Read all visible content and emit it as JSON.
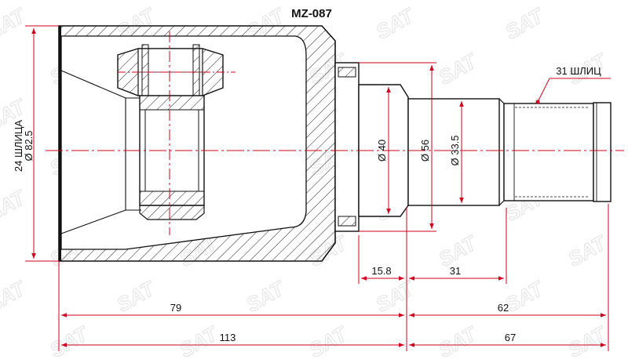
{
  "drawing": {
    "title": "MZ-087",
    "watermark_text": "SAT",
    "watermark_mark": "®",
    "accent_color": "#d0021b",
    "line_color": "#111111",
    "left_label_spline": "24 ШЛИЦА",
    "left_label_diameter": "Ø 82.5",
    "right_spline_label": "31 ШЛИЦ",
    "diameters": {
      "d40": "Ø 40",
      "d56": "Ø 56",
      "d335": "Ø 33.5"
    },
    "dimensions": {
      "d158": "15.8",
      "d31": "31",
      "d79": "79",
      "d62": "62",
      "d113": "113",
      "d67": "67"
    }
  }
}
